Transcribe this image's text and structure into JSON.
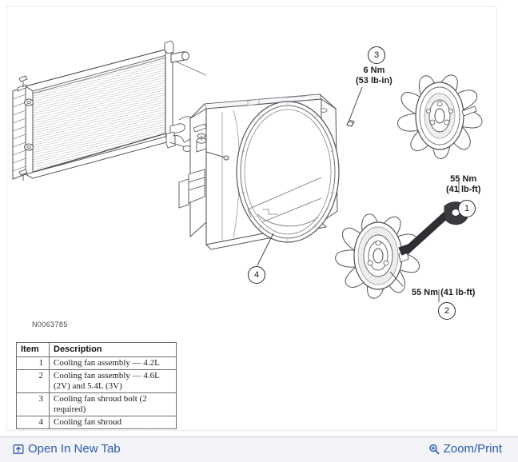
{
  "document": {
    "drawing_number": "N0063785"
  },
  "diagram": {
    "callouts": [
      {
        "id": "1",
        "number": "1",
        "torque": "55 Nm\n(41 lb-ft)"
      },
      {
        "id": "2",
        "number": "2",
        "torque": "55 Nm (41 lb-ft)"
      },
      {
        "id": "3",
        "number": "3",
        "torque": "6 Nm\n(53 lb-in)"
      },
      {
        "id": "4",
        "number": "4",
        "torque": ""
      }
    ],
    "torque_3_line1": "6 Nm",
    "torque_3_line2": "(53 lb-in)",
    "torque_1_line1": "55 Nm",
    "torque_1_line2": "(41 lb-ft)",
    "torque_2_line1": "55 Nm (41 lb-ft)",
    "callout_1": "1",
    "callout_2": "2",
    "callout_3": "3",
    "callout_4": "4",
    "parts": [
      "radiator-assembly",
      "cooling-fan-shroud",
      "cooling-fan-assembly-upper",
      "cooling-fan-assembly-lower",
      "fan-clutch-wrench"
    ]
  },
  "table": {
    "headers": {
      "item": "Item",
      "description": "Description"
    },
    "rows": [
      {
        "item": "1",
        "description": "Cooling fan assembly — 4.2L"
      },
      {
        "item": "2",
        "description": "Cooling fan assembly — 4.6L (2V) and 5.4L (3V)"
      },
      {
        "item": "3",
        "description": "Cooling fan shroud bolt (2 required)"
      },
      {
        "item": "4",
        "description": "Cooling fan shroud"
      }
    ]
  },
  "footer": {
    "open_in_new_tab": "Open In New Tab",
    "zoom_print": "Zoom/Print",
    "link_color": "#2a5aa8",
    "background": "#f3f4f8"
  }
}
